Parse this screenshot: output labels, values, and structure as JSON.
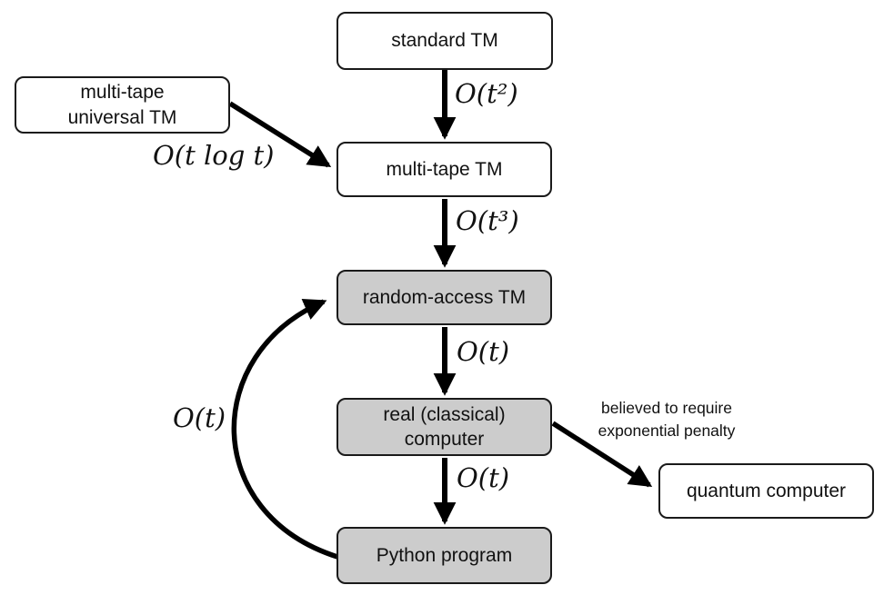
{
  "diagram": {
    "nodes": {
      "standard_tm": {
        "label": "standard TM"
      },
      "multi_tape_universal_tm": {
        "line1": "multi-tape",
        "line2": "universal TM"
      },
      "multi_tape_tm": {
        "label": "multi-tape TM"
      },
      "random_access_tm": {
        "label": "random-access TM"
      },
      "real_classical_computer": {
        "line1": "real (classical)",
        "line2": "computer"
      },
      "python_program": {
        "label": "Python program"
      },
      "quantum_computer": {
        "label": "quantum computer"
      }
    },
    "edge_labels": {
      "standard_to_multitape": "O(t²)",
      "universal_to_multitape": "O(t log t)",
      "multitape_to_ram": "O(t³)",
      "ram_to_real": "O(t)",
      "real_to_python": "O(t)",
      "python_to_ram": "O(t)",
      "real_to_quantum_note": "believed to require exponential penalty"
    },
    "colors": {
      "background": "#ffffff",
      "box_border": "#1a1a1a",
      "box_fill": "#ffffff",
      "box_fill_shaded": "#cccccc",
      "arrow": "#000000"
    }
  }
}
